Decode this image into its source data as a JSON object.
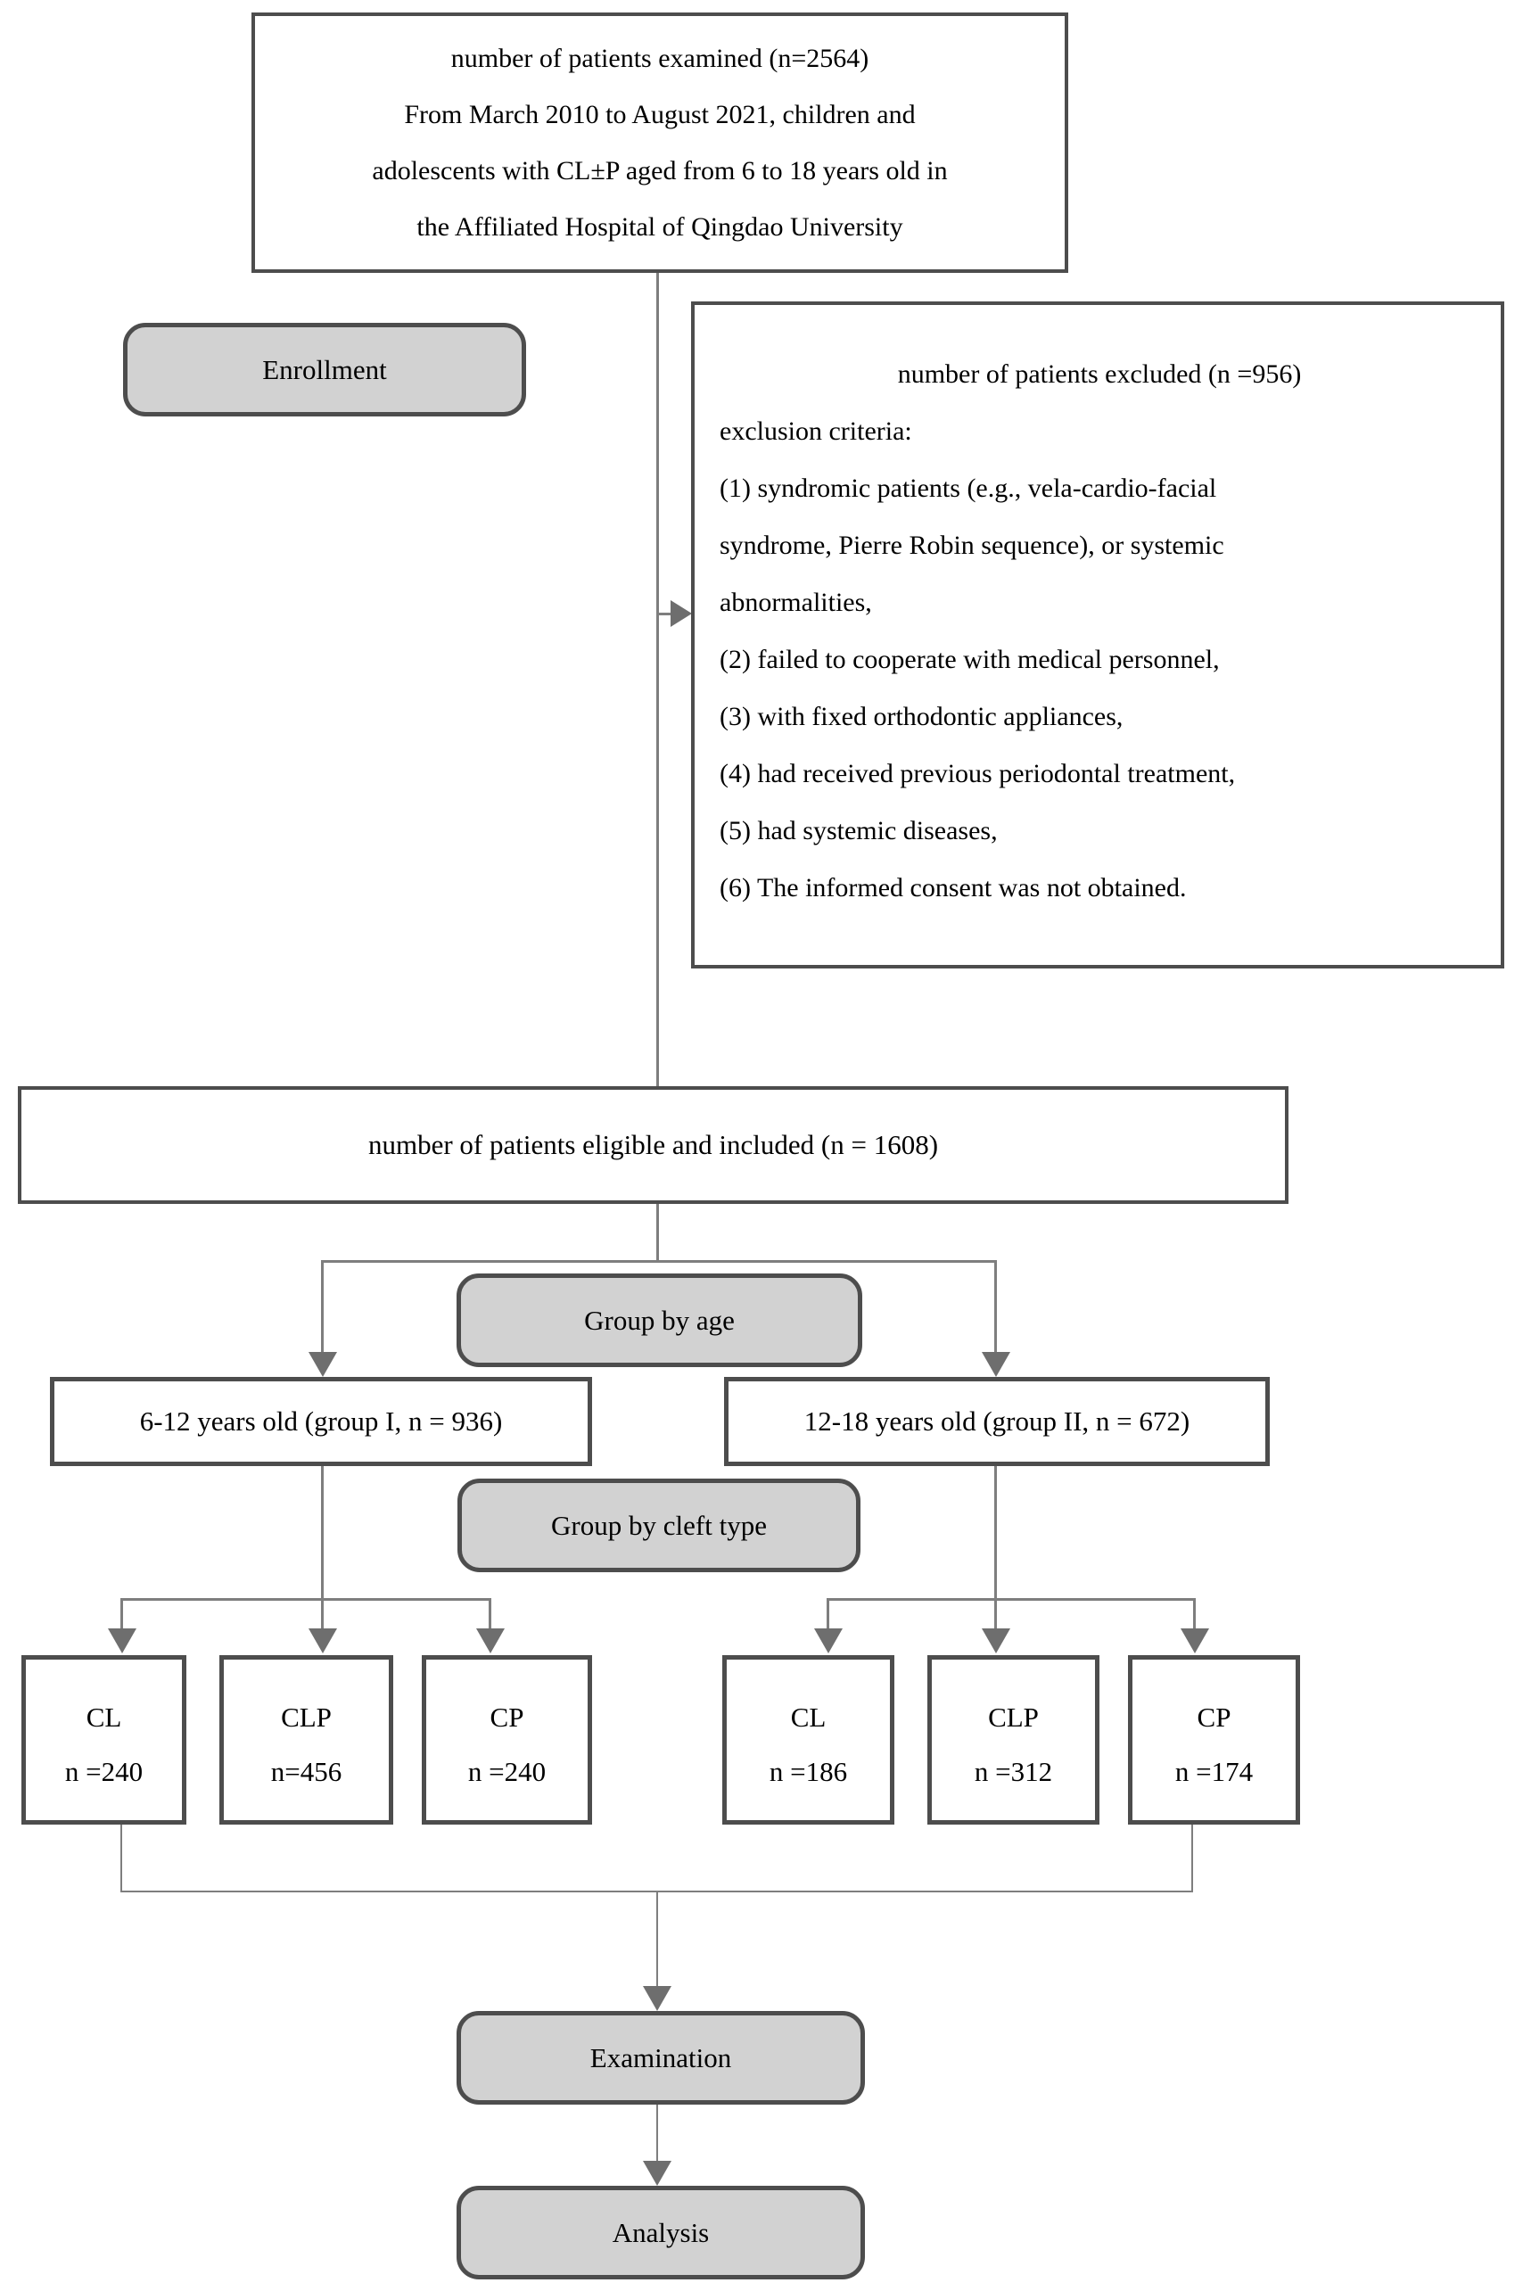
{
  "colors": {
    "box_fill_gray": "#d2d2d2",
    "box_border": "#4d4d4d",
    "connector_line": "#7e7e7e",
    "arrowhead": "#6e6e6e",
    "text": "#000000",
    "background": "#ffffff"
  },
  "top_box": {
    "lines": [
      "number of patients examined (n=2564)",
      "From March 2010 to August 2021, children and",
      "adolescents with CL±P aged from 6 to 18 years old in",
      "the Affiliated Hospital of Qingdao University"
    ]
  },
  "enrollment": {
    "label": "Enrollment"
  },
  "excluded_box": {
    "title": "number of patients excluded (n =956)",
    "heading": "exclusion criteria:",
    "items": [
      "(1) syndromic patients (e.g., vela-cardio-facial\nsyndrome, Pierre Robin sequence), or systemic\nabnormalities,",
      "(2) failed to cooperate with medical personnel,",
      "(3) with fixed orthodontic appliances,",
      "(4) had received previous periodontal treatment,",
      "(5) had systemic diseases,",
      "(6) The informed consent was not obtained."
    ]
  },
  "eligible_box": {
    "label": "number of patients eligible and included (n = 1608)"
  },
  "group_by_age": {
    "label": "Group by age"
  },
  "age_groups": [
    {
      "label": "6-12 years old (group I, n = 936)"
    },
    {
      "label": "12-18 years old (group II, n = 672)"
    }
  ],
  "group_by_cleft": {
    "label": "Group by cleft type"
  },
  "cleft_groups": [
    {
      "type": "CL",
      "n": "n =240"
    },
    {
      "type": "CLP",
      "n": "n=456"
    },
    {
      "type": "CP",
      "n": "n =240"
    },
    {
      "type": "CL",
      "n": "n =186"
    },
    {
      "type": "CLP",
      "n": "n =312"
    },
    {
      "type": "CP",
      "n": "n =174"
    }
  ],
  "examination": {
    "label": "Examination"
  },
  "analysis": {
    "label": "Analysis"
  }
}
